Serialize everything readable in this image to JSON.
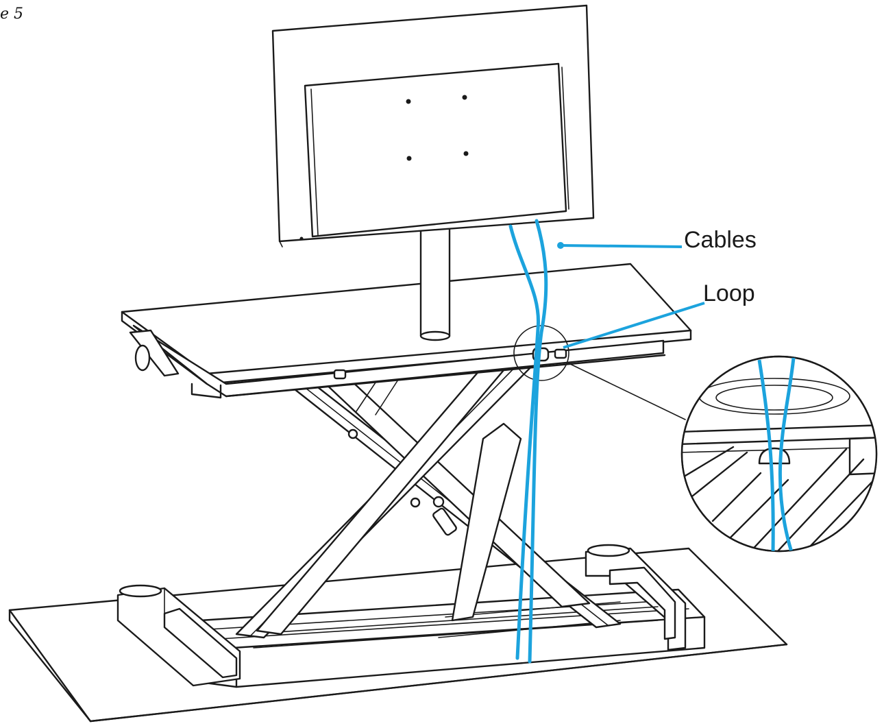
{
  "figure": {
    "label": "e 5"
  },
  "callouts": {
    "cables": "Cables",
    "loop": "Loop"
  },
  "colors": {
    "line_art": "#1a1a1a",
    "cable": "#1ca3dd",
    "background": "#ffffff"
  }
}
